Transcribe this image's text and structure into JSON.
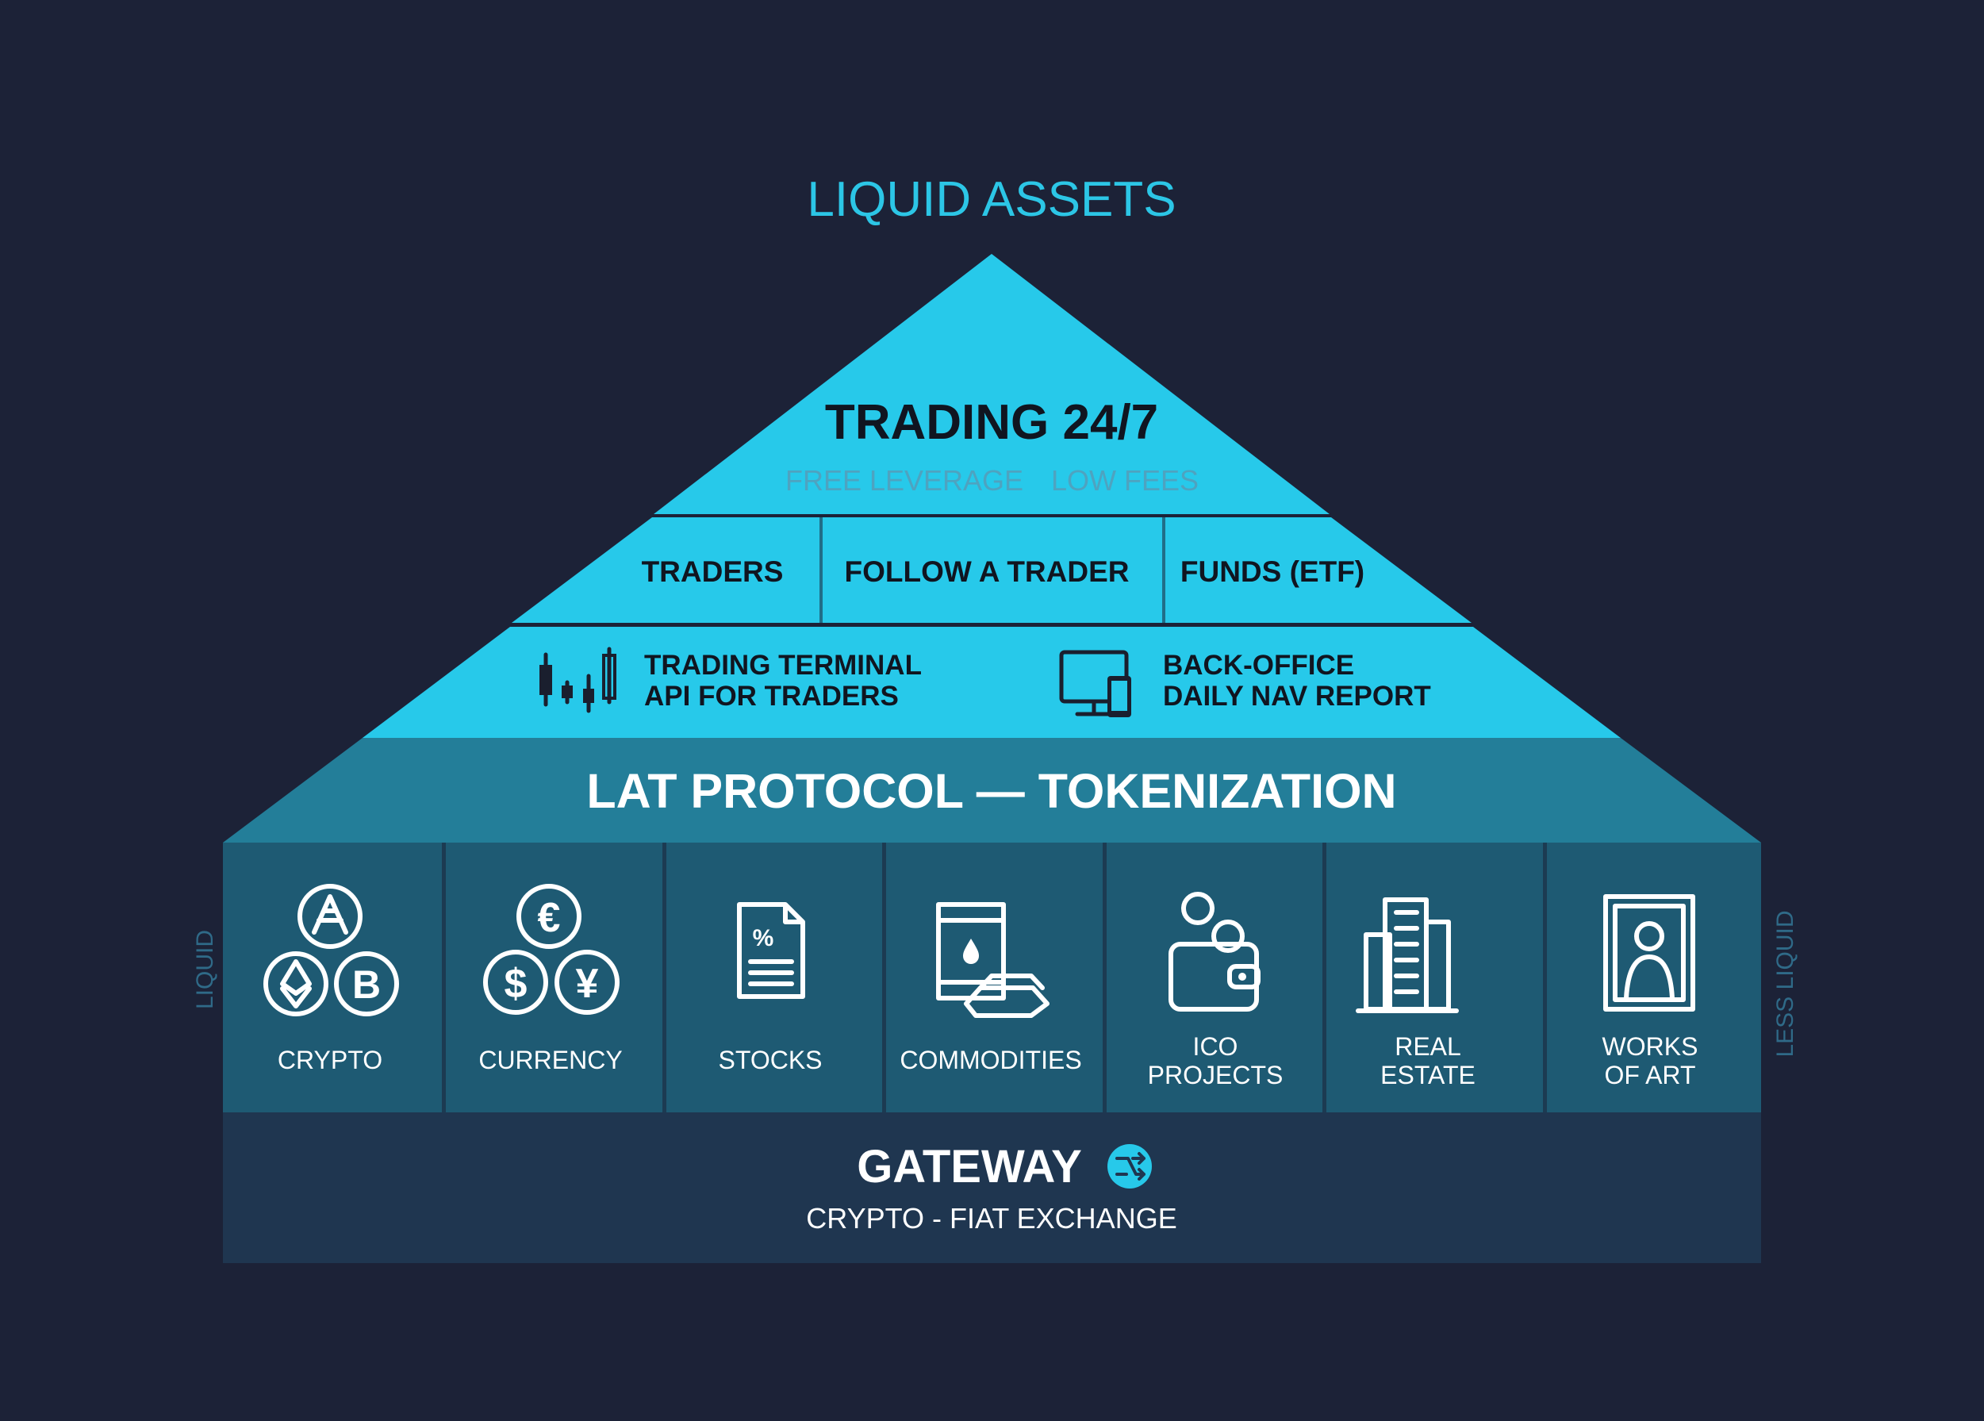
{
  "title": "LIQUID ASSETS",
  "trading": {
    "title": "TRADING 24/7",
    "subtitle_left": "FREE LEVERAGE",
    "subtitle_right": "LOW FEES"
  },
  "services": [
    "TRADERS",
    "FOLLOW A TRADER",
    "FUNDS (ETF)"
  ],
  "tools": {
    "terminal_line1": "TRADING TERMINAL",
    "terminal_line2": "API FOR TRADERS",
    "backoffice_line1": "BACK-OFFICE",
    "backoffice_line2": "DAILY NAV REPORT"
  },
  "protocol": "LAT PROTOCOL — TOKENIZATION",
  "assets": [
    {
      "line1": "CRYPTO",
      "line2": "",
      "icon": "crypto-coins-icon"
    },
    {
      "line1": "CURRENCY",
      "line2": "",
      "icon": "currency-coins-icon"
    },
    {
      "line1": "STOCKS",
      "line2": "",
      "icon": "document-percent-icon"
    },
    {
      "line1": "COMMODITIES",
      "line2": "",
      "icon": "oil-barrel-gold-icon"
    },
    {
      "line1": "ICO",
      "line2": "PROJECTS",
      "icon": "wallet-icon"
    },
    {
      "line1": "REAL",
      "line2": "ESTATE",
      "icon": "buildings-icon"
    },
    {
      "line1": "WORKS",
      "line2": "OF ART",
      "icon": "framed-portrait-icon"
    }
  ],
  "side_labels": {
    "left": "LIQUID",
    "right": "LESS LIQUID"
  },
  "gateway": {
    "title": "GATEWAY",
    "subtitle": "CRYPTO - FIAT EXCHANGE",
    "icon": "exchange-arrows-icon"
  },
  "colors": {
    "background": "#1c2237",
    "accent": "#27c9ea",
    "protocol_band": "#237e99",
    "asset_cell": "#1e5a73",
    "gateway": "#1f3650"
  }
}
